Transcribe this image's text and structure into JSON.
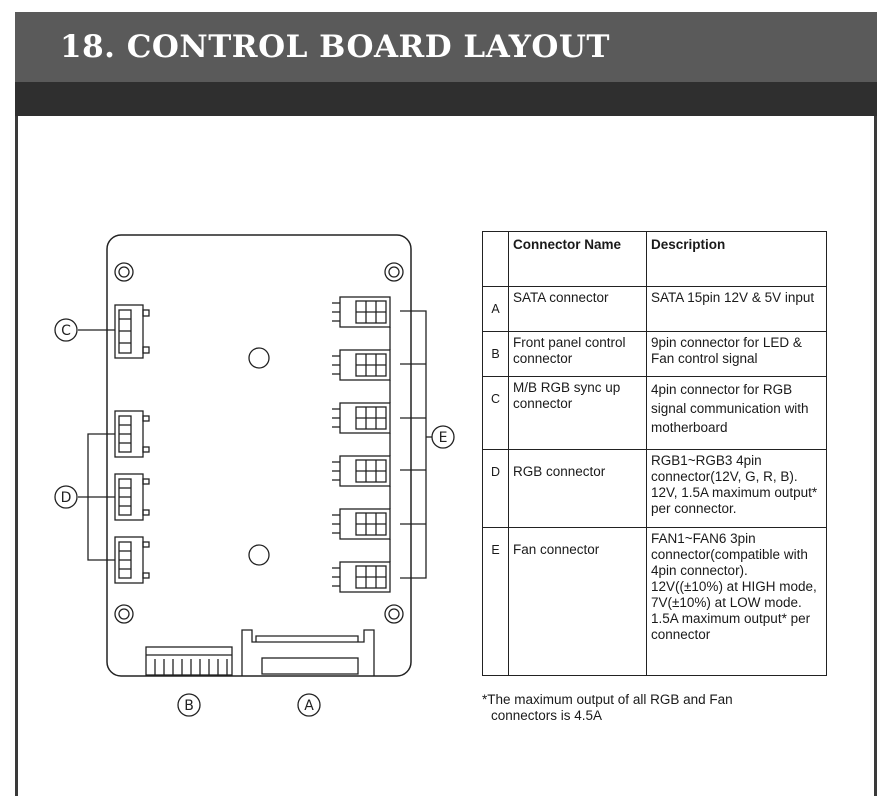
{
  "header": {
    "title": "18.  CONTROL BOARD LAYOUT"
  },
  "diagram": {
    "labels": {
      "A": "A",
      "B": "B",
      "C": "C",
      "D": "D",
      "E": "E"
    }
  },
  "table": {
    "headers": {
      "letter": "",
      "name": "Connector Name",
      "description": "Description"
    },
    "rows": [
      {
        "letter": "A",
        "name": "SATA connector",
        "description": "SATA 15pin 12V & 5V input"
      },
      {
        "letter": "B",
        "name": "Front panel control connector",
        "description": "9pin connector for LED & Fan control signal"
      },
      {
        "letter": "C",
        "name": "M/B RGB sync up connector",
        "description": "4pin connector for RGB signal communication with motherboard"
      },
      {
        "letter": "D",
        "name": "RGB connector",
        "description": "RGB1~RGB3 4pin connector(12V,  G, R, B). 12V, 1.5A maximum output* per connector."
      },
      {
        "letter": "E",
        "name": "Fan connector",
        "description": "FAN1~FAN6 3pin connector(compatible with 4pin connector). 12V((±10%) at HIGH mode, 7V(±10%) at LOW mode. 1.5A maximum output* per connector"
      }
    ]
  },
  "footnote": {
    "line1": "*The maximum output of all RGB and Fan",
    "line2": "connectors is 4.5A"
  }
}
